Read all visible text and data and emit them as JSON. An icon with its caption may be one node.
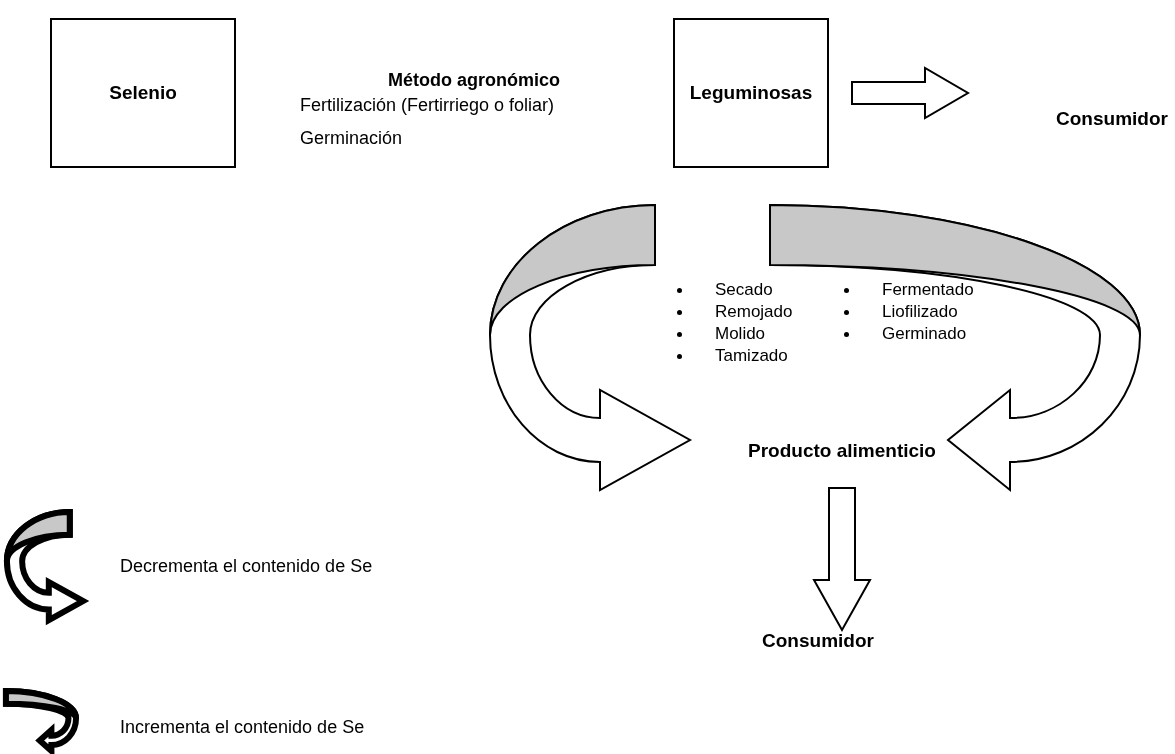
{
  "diagram": {
    "nodes": [
      {
        "text": [
          "Selenio"
        ]
      },
      {
        "text": [
          "Leguminosas"
        ]
      },
      {
        "text": [
          "Consumidor"
        ]
      },
      {
        "text": [
          "Producto alimenticio"
        ]
      },
      {
        "text": [
          "Consumidor"
        ]
      }
    ],
    "edges": [
      {
        "from": 1,
        "to": 2,
        "arrow": "to"
      },
      {
        "from": 3,
        "to": 4,
        "arrow": "to"
      },
      {
        "from": 1,
        "to": 3,
        "arrow": "to"
      },
      {
        "from": 1,
        "to": 3,
        "arrow": "to"
      }
    ],
    "labels": [
      "Método agronómico",
      "Fertilización (Fertirriego o foliar)",
      "Germinación",
      "Secado",
      "Remojado",
      "Molido",
      "Tamizado",
      "Fermentado",
      "Liofilizado",
      "Germinado"
    ],
    "legend": [
      {
        "text": "Decrementa el contenido de Se"
      },
      {
        "text": "Incrementa el contenido de Se"
      }
    ]
  }
}
